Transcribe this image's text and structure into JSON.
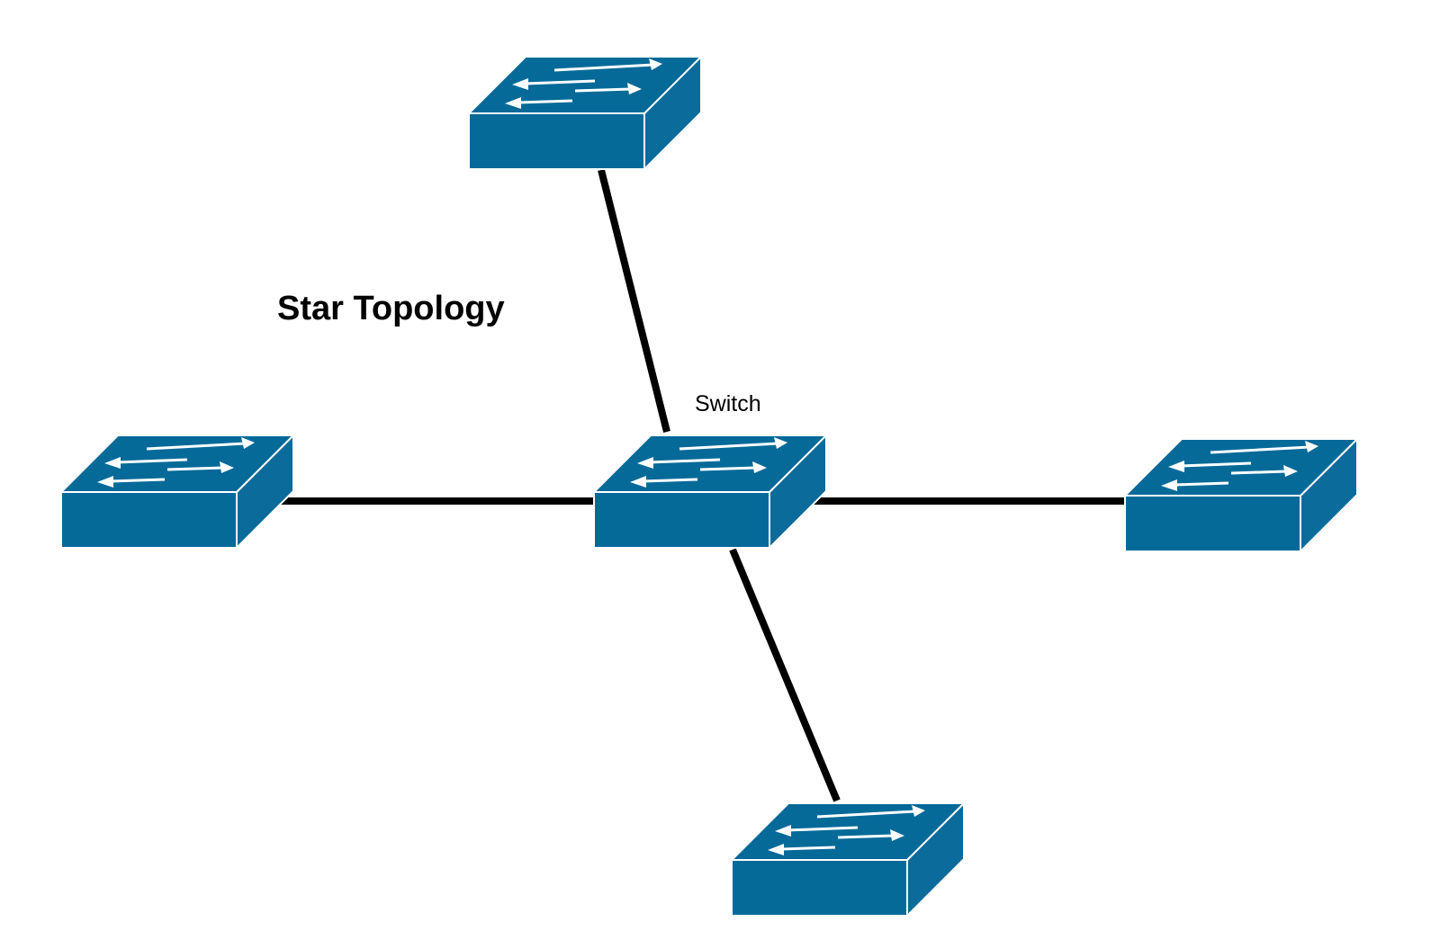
{
  "diagram": {
    "title": "Star Topology",
    "center_label": "Switch",
    "colors": {
      "switch_front": "#066A99",
      "switch_top": "#066A99",
      "switch_side": "#0B6B9A",
      "edge_highlight": "#ffffff",
      "link": "#000000",
      "arrow": "#ffffff"
    },
    "nodes": [
      {
        "id": "top",
        "kind": "switch",
        "label": ""
      },
      {
        "id": "left",
        "kind": "switch",
        "label": ""
      },
      {
        "id": "center",
        "kind": "switch",
        "label": "Switch"
      },
      {
        "id": "right",
        "kind": "switch",
        "label": ""
      },
      {
        "id": "bottom",
        "kind": "switch",
        "label": ""
      }
    ],
    "links": [
      {
        "from": "center",
        "to": "top"
      },
      {
        "from": "center",
        "to": "left"
      },
      {
        "from": "center",
        "to": "right"
      },
      {
        "from": "center",
        "to": "bottom"
      }
    ],
    "icon": "network-switch-icon"
  }
}
